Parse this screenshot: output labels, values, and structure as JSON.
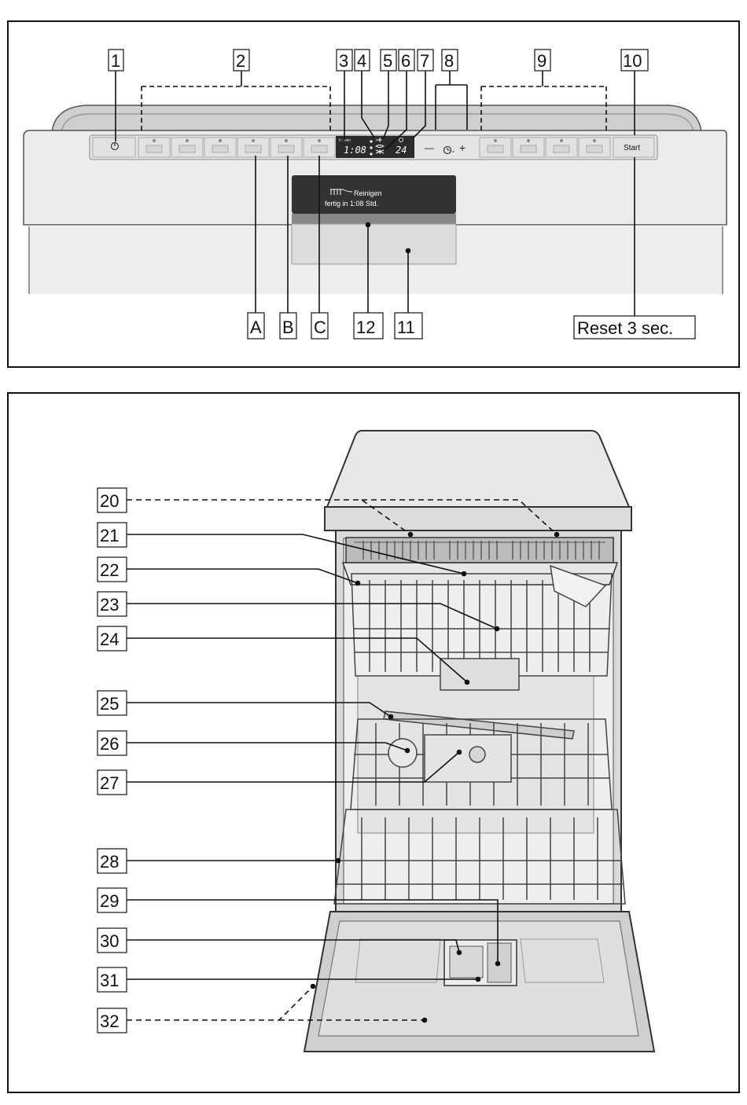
{
  "panel_top": {
    "callouts_top": [
      "1",
      "2",
      "3",
      "4",
      "5",
      "6",
      "7",
      "8",
      "9",
      "10"
    ],
    "callouts_bottom": [
      "A",
      "B",
      "C",
      "12",
      "11"
    ],
    "reset_label": "Reset 3 sec.",
    "start_label": "Start",
    "time_unit": "h : min",
    "display_time": "1:08",
    "display_hours": "24",
    "info_line1": "Reinigen",
    "info_line2": "fertig in 1:08 Std.",
    "minus_sign": "—",
    "plus_sign": "+"
  },
  "panel_bottom": {
    "callouts": [
      "20",
      "21",
      "22",
      "23",
      "24",
      "25",
      "26",
      "27",
      "28",
      "29",
      "30",
      "31",
      "32"
    ]
  },
  "colors": {
    "line": "#111111",
    "panel_fill": "#e9e9e9",
    "display_fill": "#2b2b2b"
  }
}
